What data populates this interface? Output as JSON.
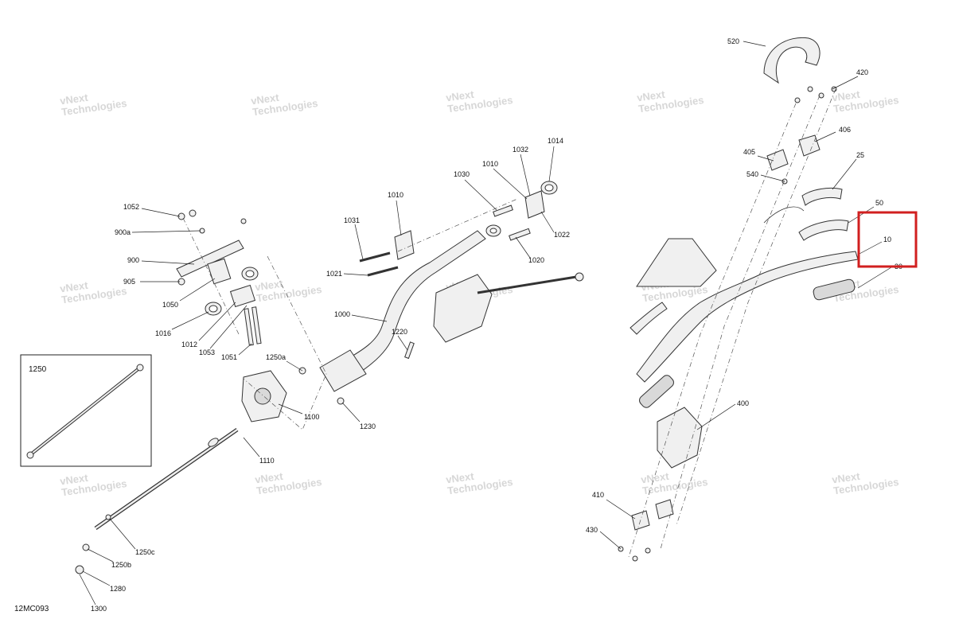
{
  "diagram_code": "12MC093",
  "watermark": {
    "line1": "vNext",
    "line2": "Technologies"
  },
  "inset_label": "1250",
  "callouts": [
    {
      "id": "c520",
      "text": "520"
    },
    {
      "id": "c420",
      "text": "420"
    },
    {
      "id": "c406",
      "text": "406"
    },
    {
      "id": "c405",
      "text": "405"
    },
    {
      "id": "c540",
      "text": "540"
    },
    {
      "id": "c25",
      "text": "25"
    },
    {
      "id": "c50",
      "text": "50"
    },
    {
      "id": "c10",
      "text": "10"
    },
    {
      "id": "c30",
      "text": "30"
    },
    {
      "id": "c400",
      "text": "400"
    },
    {
      "id": "c410",
      "text": "410"
    },
    {
      "id": "c430",
      "text": "430"
    },
    {
      "id": "c1014",
      "text": "1014"
    },
    {
      "id": "c1032",
      "text": "1032"
    },
    {
      "id": "c1010a",
      "text": "1010"
    },
    {
      "id": "c1030",
      "text": "1030"
    },
    {
      "id": "c1010b",
      "text": "1010"
    },
    {
      "id": "c1031",
      "text": "1031"
    },
    {
      "id": "c1022",
      "text": "1022"
    },
    {
      "id": "c1020",
      "text": "1020"
    },
    {
      "id": "c1021",
      "text": "1021"
    },
    {
      "id": "c1000",
      "text": "1000"
    },
    {
      "id": "c1220",
      "text": "1220"
    },
    {
      "id": "c1230",
      "text": "1230"
    },
    {
      "id": "c1052",
      "text": "1052"
    },
    {
      "id": "c900a",
      "text": "900a"
    },
    {
      "id": "c900",
      "text": "900"
    },
    {
      "id": "c905",
      "text": "905"
    },
    {
      "id": "c1050",
      "text": "1050"
    },
    {
      "id": "c1016",
      "text": "1016"
    },
    {
      "id": "c1012",
      "text": "1012"
    },
    {
      "id": "c1053",
      "text": "1053"
    },
    {
      "id": "c1051",
      "text": "1051"
    },
    {
      "id": "c1250a",
      "text": "1250a"
    },
    {
      "id": "c1100",
      "text": "1100"
    },
    {
      "id": "c1110",
      "text": "1110"
    },
    {
      "id": "c1250c",
      "text": "1250c"
    },
    {
      "id": "c1250b",
      "text": "1250b"
    },
    {
      "id": "c1280",
      "text": "1280"
    },
    {
      "id": "c1300",
      "text": "1300"
    }
  ],
  "highlight": {
    "label": "10",
    "color": "#d11f1f"
  }
}
